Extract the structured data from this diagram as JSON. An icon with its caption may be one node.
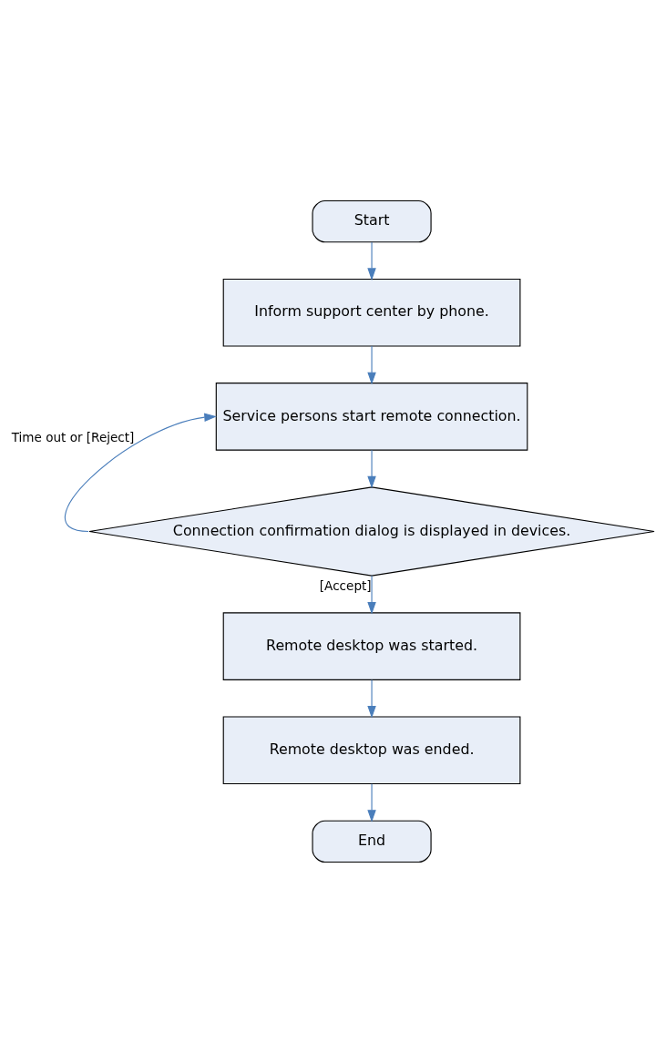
{
  "diagram": {
    "nodes": [
      {
        "text": [
          "Start"
        ]
      },
      {
        "text": [
          "Inform support center by phone."
        ]
      },
      {
        "text": [
          "Service persons start remote connection."
        ]
      },
      {
        "text": [
          "Connection confirmation dialog is displayed in devices."
        ]
      },
      {
        "text": [
          "Remote desktop was started."
        ]
      },
      {
        "text": [
          "Remote desktop was ended."
        ]
      },
      {
        "text": [
          "End"
        ]
      }
    ],
    "edges": [
      {
        "from": 0,
        "to": 1,
        "arrow": "to"
      },
      {
        "from": 1,
        "to": 2,
        "arrow": "to"
      },
      {
        "from": 2,
        "to": 3,
        "arrow": "to"
      },
      {
        "from": 3,
        "to": 2,
        "arrow": "to",
        "label": "Time out or [Reject]"
      },
      {
        "from": 3,
        "to": 4,
        "arrow": "to",
        "label": "[Accept]"
      },
      {
        "from": 4,
        "to": 5,
        "arrow": "to"
      },
      {
        "from": 5,
        "to": 6,
        "arrow": "to"
      }
    ]
  }
}
